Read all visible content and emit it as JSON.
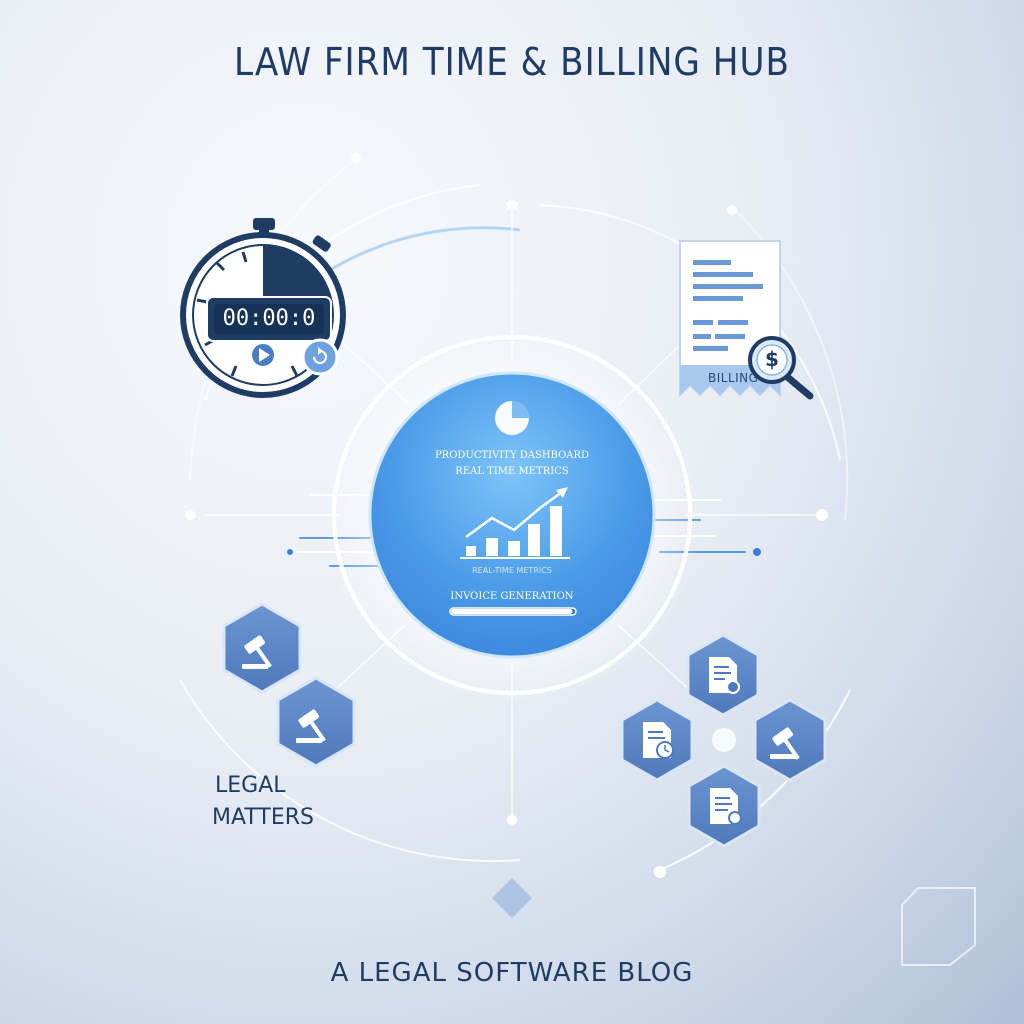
{
  "title": "LAW FIRM TIME & BILLING HUB",
  "footer": "A LEGAL SOFTWARE BLOG",
  "timer": {
    "display": "00:00:0"
  },
  "billing": {
    "label": "BILLING",
    "currency_symbol": "$"
  },
  "hub": {
    "title": "PRODUCTIVITY DASHBOARD",
    "subtitle": "REAL TIME METRICS",
    "caption": "REAL-TIME METRICS",
    "progress_label": "INVOICE GENERATION",
    "progress_fraction": 0.98
  },
  "legal_matters": {
    "line1": "LEGAL",
    "line2": "MATTERS"
  },
  "icons": {
    "stopwatch": "stopwatch-icon",
    "invoice": "invoice-icon",
    "magnifier": "magnifier-dollar-icon",
    "pie": "pie-chart-icon",
    "bar_chart": "bar-chart-icon",
    "gavel": "gavel-icon",
    "document": "document-icon"
  },
  "colors": {
    "navy": "#1f3c64",
    "hub_blue": "#4a9be8",
    "hex_blue": "#5a87c9"
  }
}
